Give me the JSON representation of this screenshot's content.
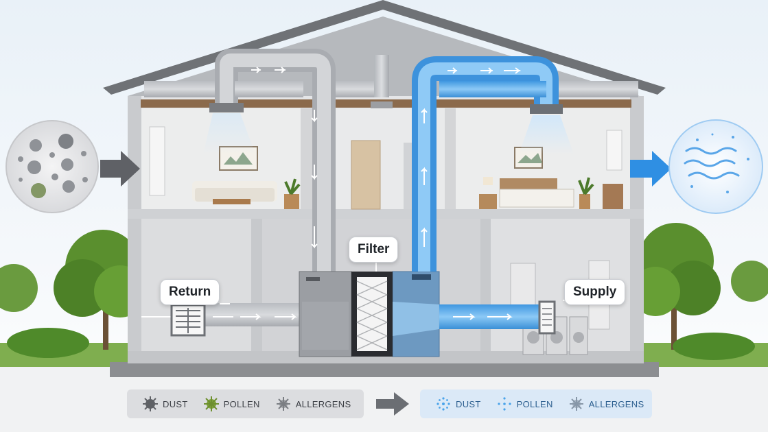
{
  "callouts": {
    "return": "Return",
    "filter": "Filter",
    "supply": "Supply"
  },
  "legend": {
    "before": [
      {
        "label": "DUST",
        "icon": "dust-icon"
      },
      {
        "label": "POLLEN",
        "icon": "pollen-icon"
      },
      {
        "label": "ALLERGENS",
        "icon": "allergen-icon"
      }
    ],
    "after": [
      {
        "label": "DUST",
        "icon": "dust-icon"
      },
      {
        "label": "POLLEN",
        "icon": "pollen-icon"
      },
      {
        "label": "ALLERGENS",
        "icon": "allergen-icon"
      }
    ]
  },
  "colors": {
    "dirty_air": "#9ea1a6",
    "clean_air": "#4aa3ea",
    "pollen": "#7fa23a"
  }
}
